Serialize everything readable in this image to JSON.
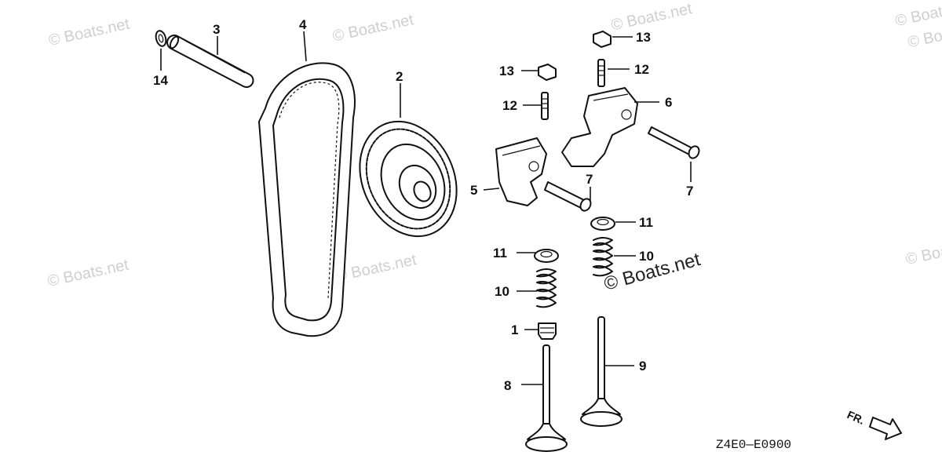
{
  "watermarks": [
    "© Boats.net",
    "© Boats.net",
    "© Boats.net",
    "© Boats.net",
    "© Boats.net",
    "© Boats.net",
    "© Boats.net",
    "© Boats.net"
  ],
  "featured_watermark": "© Boats.net",
  "diagram_code": "Z4E0—E0900",
  "direction_label": "FR.",
  "callouts": {
    "c1": "1",
    "c2": "2",
    "c3": "3",
    "c4": "4",
    "c5": "5",
    "c6": "6",
    "c7a": "7",
    "c7b": "7",
    "c8": "8",
    "c9": "9",
    "c10a": "10",
    "c10b": "10",
    "c11a": "11",
    "c11b": "11",
    "c12a": "12",
    "c12b": "12",
    "c13a": "13",
    "c13b": "13",
    "c14": "14"
  }
}
